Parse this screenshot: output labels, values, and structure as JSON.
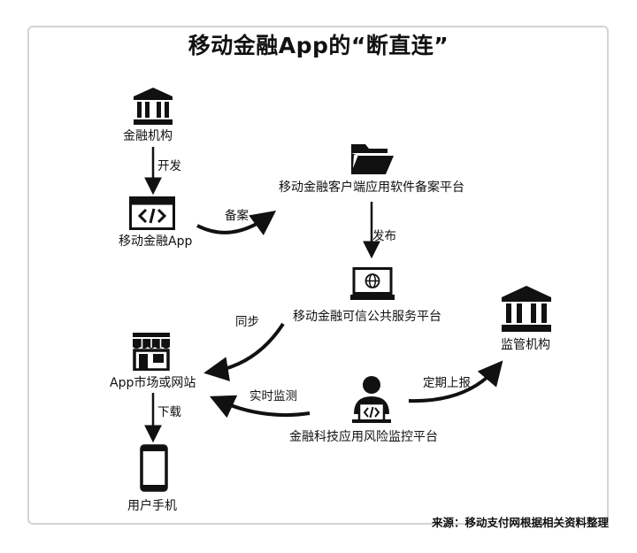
{
  "title": "移动金融App的“断直连”",
  "nodes": {
    "financial_institution": "金融机构",
    "mobile_app": "移动金融App",
    "filing_platform": "移动金融客户端应用软件备案平台",
    "trusted_platform": "移动金融可信公共服务平台",
    "app_store": "App市场或网站",
    "regulator": "监管机构",
    "risk_platform": "金融科技应用风险监控平台",
    "user_phone": "用户手机"
  },
  "edges": {
    "develop": "开发",
    "filing": "备案",
    "publish": "发布",
    "sync": "同步",
    "realtime_monitor": "实时监测",
    "report": "定期上报",
    "download": "下载"
  },
  "source": "来源：移动支付网根据相关资料整理",
  "colors": {
    "ink": "#111111",
    "frame": "#d4d4d4"
  }
}
